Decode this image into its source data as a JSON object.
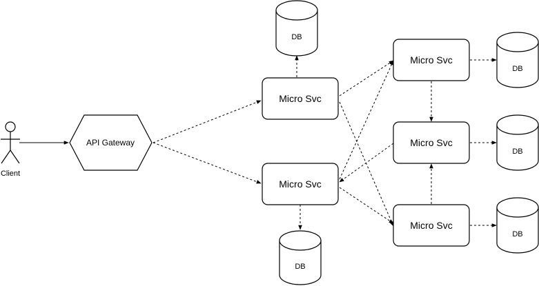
{
  "client": {
    "label": "Client"
  },
  "gateway": {
    "label": "API Gateway"
  },
  "services": [
    {
      "id": "s1",
      "label": "Micro Svc"
    },
    {
      "id": "s2",
      "label": "Micro Svc"
    },
    {
      "id": "s3",
      "label": "Micro Svc"
    },
    {
      "id": "s4",
      "label": "Micro Svc"
    },
    {
      "id": "s5",
      "label": "Micro Svc"
    }
  ],
  "databases": [
    {
      "id": "db1",
      "label": "DB"
    },
    {
      "id": "db2",
      "label": "DB"
    },
    {
      "id": "db3",
      "label": "DB"
    },
    {
      "id": "db4",
      "label": "DB"
    },
    {
      "id": "db5",
      "label": "DB"
    }
  ]
}
